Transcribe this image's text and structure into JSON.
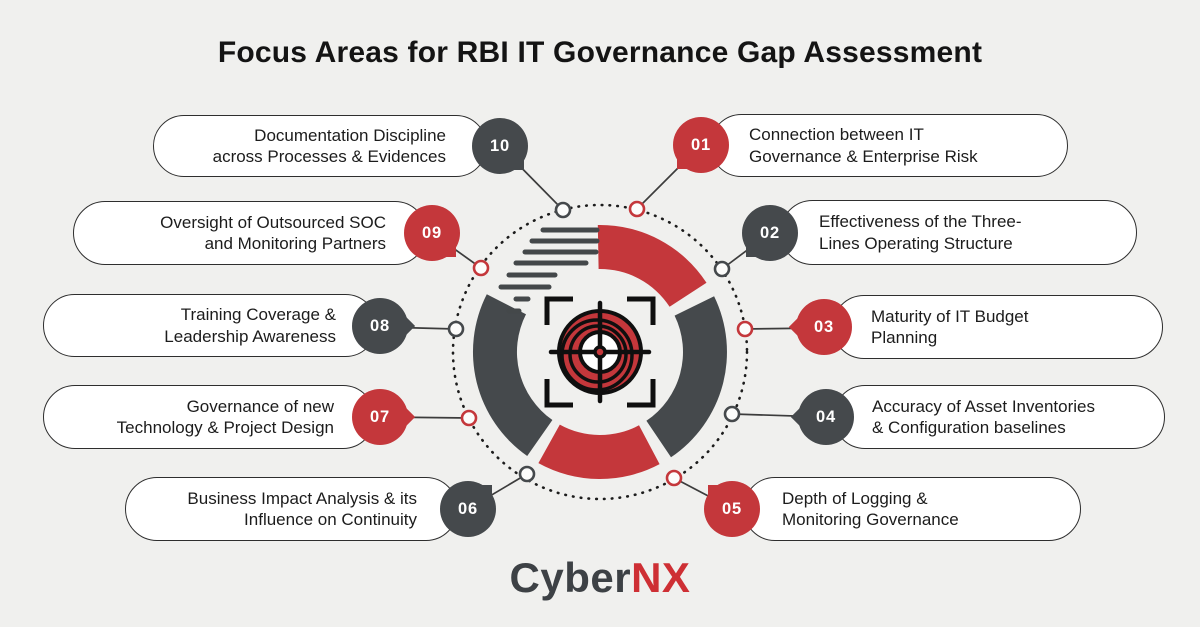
{
  "title": "Focus Areas for RBI IT Governance Gap Assessment",
  "brand": {
    "part1": "Cyber",
    "part2": "NX"
  },
  "colors": {
    "red": "#c4373b",
    "dark": "#45494c",
    "background": "#f0f0ee",
    "pill_background": "#ffffff",
    "pill_border": "#2e2e2e",
    "text": "#1c1c1c"
  },
  "center_icon": "target-crosshair-icon",
  "items": [
    {
      "number": "01",
      "color": "red",
      "side": "right",
      "lines": [
        "Connection between IT",
        "Governance & Enterprise Risk"
      ]
    },
    {
      "number": "02",
      "color": "dark",
      "side": "right",
      "lines": [
        "Effectiveness of the Three-",
        "Lines Operating Structure"
      ]
    },
    {
      "number": "03",
      "color": "red",
      "side": "right",
      "lines": [
        "Maturity of IT Budget",
        "Planning"
      ]
    },
    {
      "number": "04",
      "color": "dark",
      "side": "right",
      "lines": [
        "Accuracy of Asset Inventories",
        "& Configuration baselines"
      ]
    },
    {
      "number": "05",
      "color": "red",
      "side": "right",
      "lines": [
        "Depth of Logging &",
        "Monitoring Governance"
      ]
    },
    {
      "number": "06",
      "color": "dark",
      "side": "left",
      "lines": [
        "Business Impact Analysis & its",
        "Influence on Continuity"
      ]
    },
    {
      "number": "07",
      "color": "red",
      "side": "left",
      "lines": [
        "Governance of new",
        "Technology & Project Design"
      ]
    },
    {
      "number": "08",
      "color": "dark",
      "side": "left",
      "lines": [
        "Training Coverage &",
        "Leadership Awareness"
      ]
    },
    {
      "number": "09",
      "color": "red",
      "side": "left",
      "lines": [
        "Oversight of Outsourced SOC",
        "and Monitoring Partners"
      ]
    },
    {
      "number": "10",
      "color": "dark",
      "side": "left",
      "lines": [
        "Documentation Discipline",
        "across Processes & Evidences"
      ]
    }
  ]
}
